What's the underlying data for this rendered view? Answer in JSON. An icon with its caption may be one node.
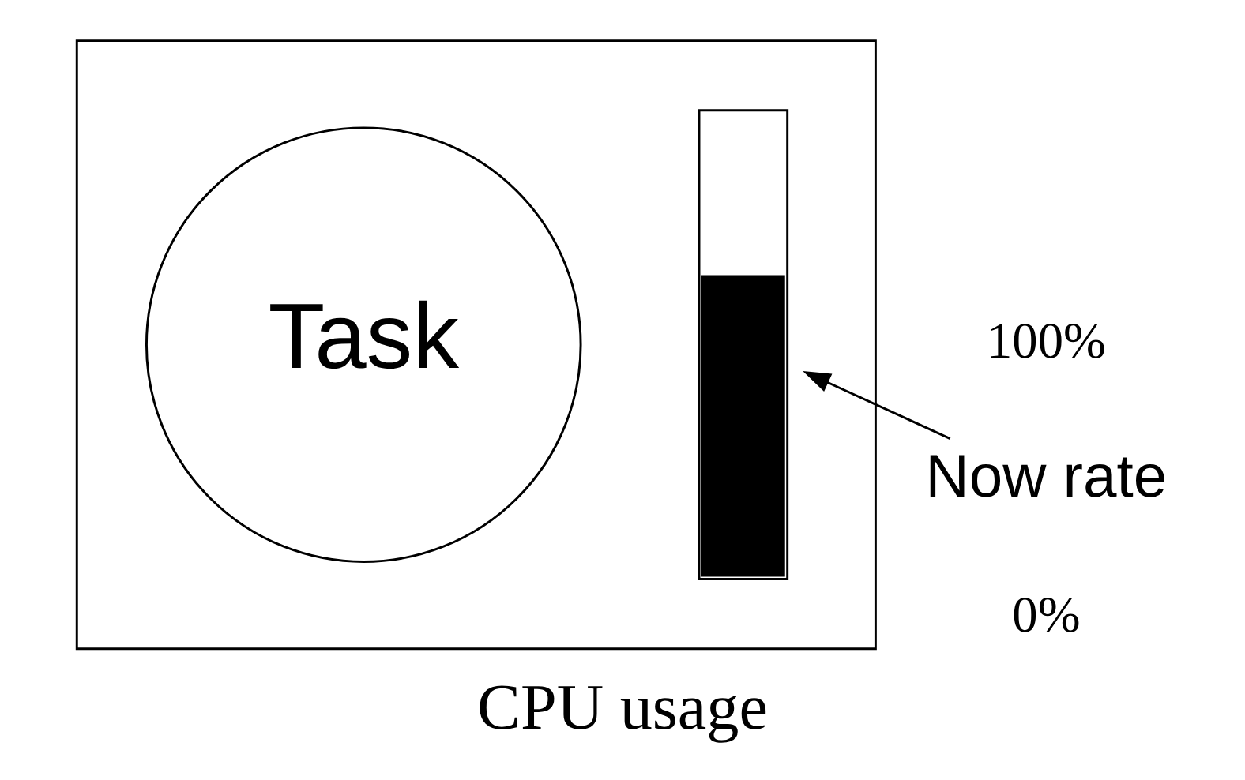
{
  "diagram": {
    "caption": "CPU usage",
    "nodes": [
      {
        "text": [],
        "shape": "box"
      },
      {
        "text": [
          "Task"
        ],
        "in": 0
      },
      {
        "text": [],
        "shape": "bar",
        "in": 0
      },
      {
        "text": [
          "Now rate"
        ]
      }
    ],
    "edges": [
      {
        "from": 3,
        "to": 2,
        "arrow": "to"
      }
    ],
    "labels": [
      "100%",
      "0%"
    ]
  }
}
